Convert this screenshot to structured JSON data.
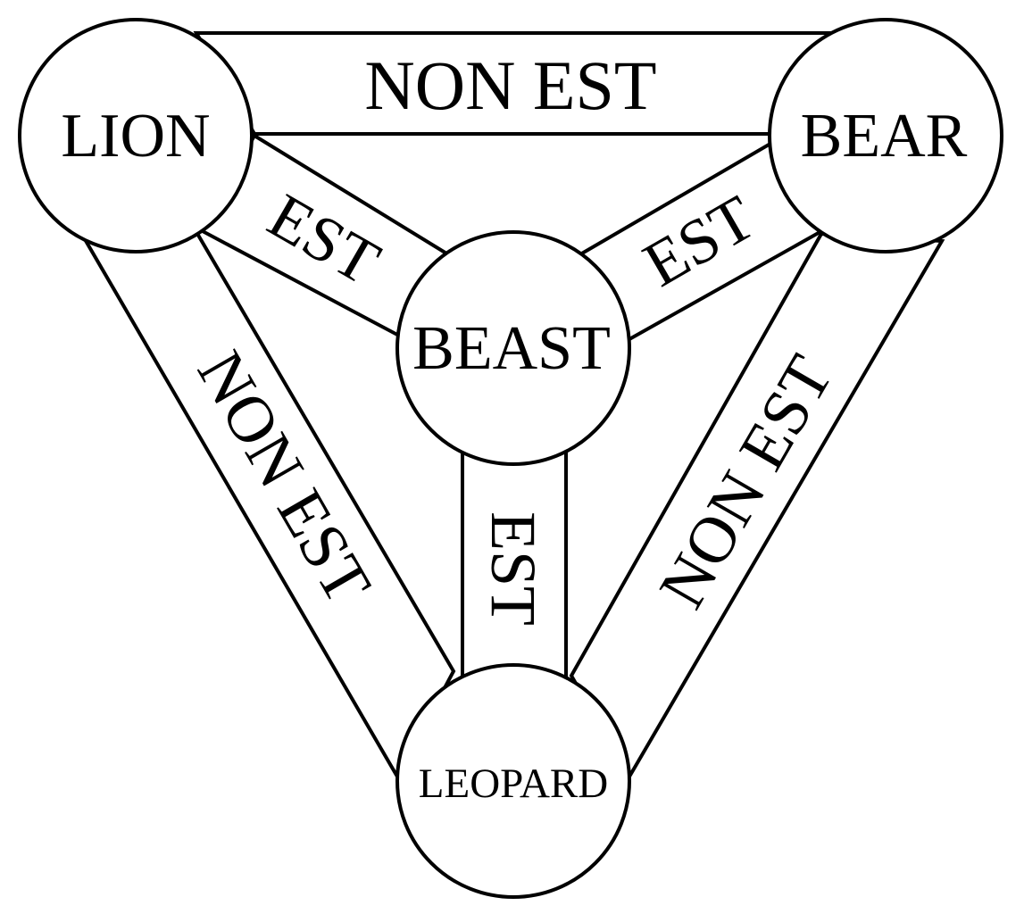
{
  "diagram": {
    "nodes": {
      "lion": "LION",
      "bear": "BEAR",
      "beast": "BEAST",
      "leopard": "LEOPARD"
    },
    "links": {
      "lion_bear": "NON EST",
      "lion_leopard": "NON EST",
      "bear_leopard": "NON EST",
      "lion_beast": "EST",
      "bear_beast": "EST",
      "beast_leopard": "EST"
    }
  },
  "colors": {
    "stroke": "#000000",
    "fill": "#ffffff"
  }
}
